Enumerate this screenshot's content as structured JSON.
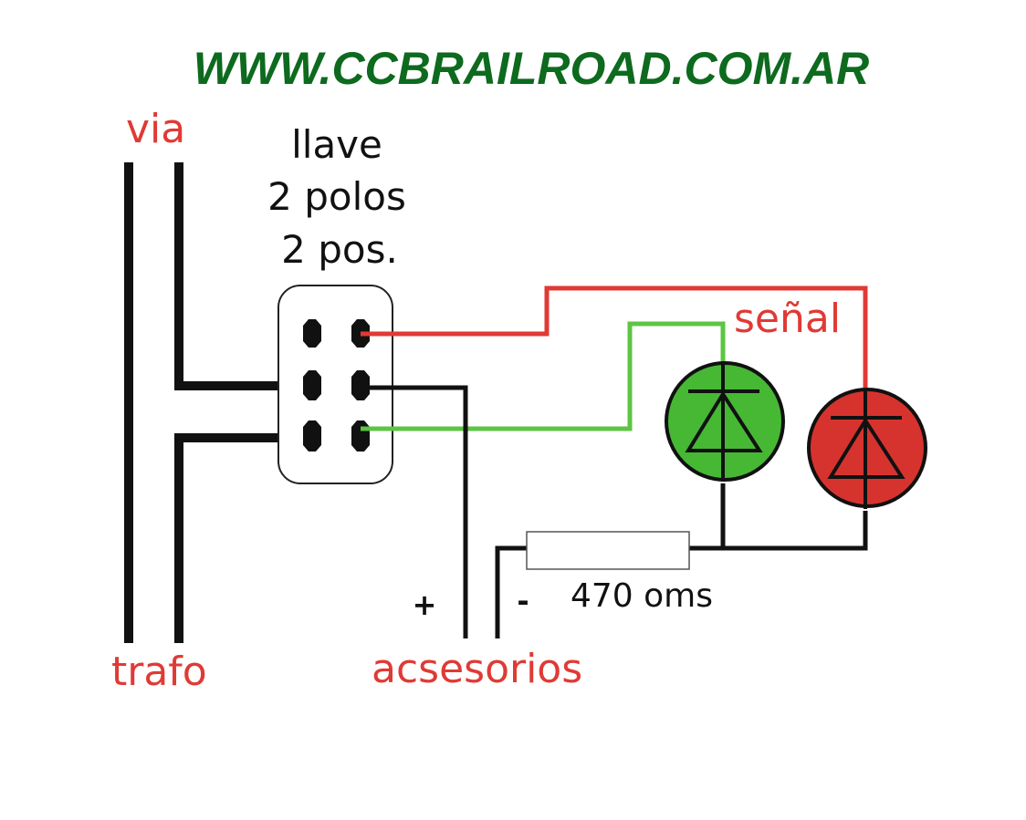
{
  "header": {
    "url": "WWW.CCBRAILROAD.COM.AR"
  },
  "labels": {
    "via": "via",
    "switch_line1": "llave",
    "switch_line2": "2 polos",
    "switch_line3": "2 pos.",
    "signal": "señal",
    "resistor": "470 oms",
    "plus": "+",
    "minus": "-",
    "trafo": "trafo",
    "accessories": "acsesorios"
  },
  "colors": {
    "title": "#0d6a1e",
    "label_red": "#e03a35",
    "wire_black": "#111111",
    "wire_red": "#e03a35",
    "wire_green": "#5ec443",
    "led_green": "#46b834",
    "led_red": "#d7332e"
  }
}
